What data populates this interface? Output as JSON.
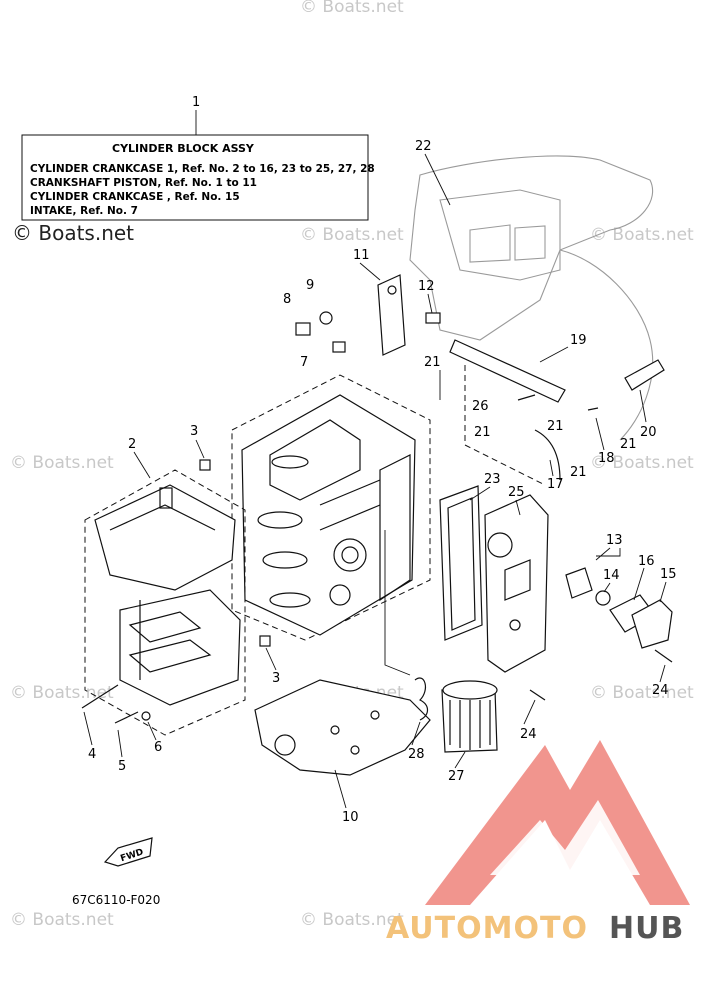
{
  "info_box": {
    "title": "CYLINDER BLOCK ASSY",
    "lines": [
      "CYLINDER CRANKCASE 1,  Ref. No. 2 to 16, 23 to 25, 27, 28",
      "CRANKSHAFT PISTON,       Ref. No. 1 to 11",
      "CYLINDER CRANKCASE ,    Ref. No. 15",
      "INTAKE,   Ref. No. 7"
    ]
  },
  "watermark": "© Boats.net",
  "fwd_label": "FWD",
  "diagram_code": "67C6110-F020",
  "brand": {
    "part1": "AUTOMOTO",
    "part2": "HUB",
    "color1": "#f3c27a",
    "color2": "#555555",
    "logo_color": "#f08a82"
  },
  "callouts": [
    "1",
    "2",
    "3",
    "3",
    "4",
    "5",
    "6",
    "7",
    "8",
    "9",
    "10",
    "11",
    "12",
    "13",
    "14",
    "15",
    "16",
    "17",
    "18",
    "19",
    "20",
    "21",
    "21",
    "21",
    "21",
    "21",
    "22",
    "23",
    "24",
    "24",
    "25",
    "26",
    "27",
    "28"
  ]
}
